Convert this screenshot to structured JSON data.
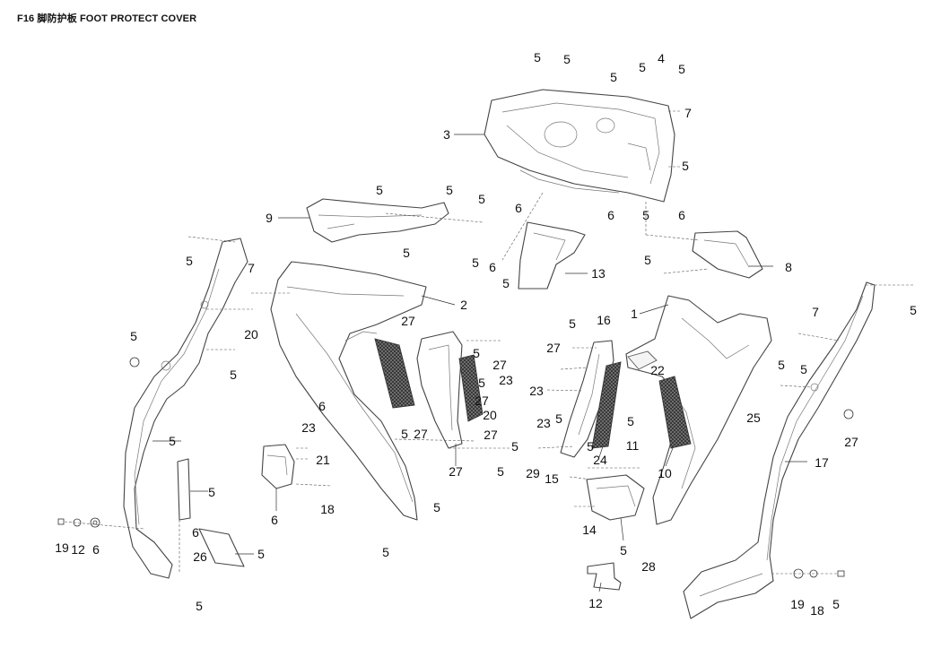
{
  "header": {
    "code": "F16",
    "cjk_title": "脚防护板",
    "en_title": "FOOT PROTECT COVER"
  },
  "diagram": {
    "callouts": [
      {
        "id": "c1",
        "text": "5"
      },
      {
        "id": "c2",
        "text": "5"
      },
      {
        "id": "c3",
        "text": "5"
      },
      {
        "id": "c4",
        "text": "5"
      },
      {
        "id": "c5",
        "text": "4"
      },
      {
        "id": "c6",
        "text": "5"
      },
      {
        "id": "c7",
        "text": "7"
      },
      {
        "id": "c8",
        "text": "3"
      },
      {
        "id": "c9",
        "text": "5"
      },
      {
        "id": "c10",
        "text": "5"
      },
      {
        "id": "c11",
        "text": "5"
      },
      {
        "id": "c12",
        "text": "5"
      },
      {
        "id": "c13",
        "text": "9"
      },
      {
        "id": "c14",
        "text": "6"
      },
      {
        "id": "c15",
        "text": "6"
      },
      {
        "id": "c16",
        "text": "6"
      },
      {
        "id": "c17",
        "text": "5"
      },
      {
        "id": "c18",
        "text": "5"
      },
      {
        "id": "c19",
        "text": "5"
      },
      {
        "id": "c20",
        "text": "6"
      },
      {
        "id": "c21",
        "text": "5"
      },
      {
        "id": "c22",
        "text": "5"
      },
      {
        "id": "c23",
        "text": "8"
      },
      {
        "id": "c24",
        "text": "13"
      },
      {
        "id": "c25",
        "text": "7"
      },
      {
        "id": "c26",
        "text": "2"
      },
      {
        "id": "c27",
        "text": "5"
      },
      {
        "id": "c28",
        "text": "1"
      },
      {
        "id": "c29",
        "text": "5"
      },
      {
        "id": "c30",
        "text": "27"
      },
      {
        "id": "c31",
        "text": "20"
      },
      {
        "id": "c32",
        "text": "5"
      },
      {
        "id": "c33",
        "text": "16"
      },
      {
        "id": "c34",
        "text": "7"
      },
      {
        "id": "c35",
        "text": "5"
      },
      {
        "id": "c36",
        "text": "27"
      },
      {
        "id": "c37",
        "text": "5"
      },
      {
        "id": "c38",
        "text": "27"
      },
      {
        "id": "c39",
        "text": "5"
      },
      {
        "id": "c40",
        "text": "5"
      },
      {
        "id": "c41",
        "text": "5"
      },
      {
        "id": "c42",
        "text": "23"
      },
      {
        "id": "c43",
        "text": "5"
      },
      {
        "id": "c44",
        "text": "22"
      },
      {
        "id": "c45",
        "text": "23"
      },
      {
        "id": "c46",
        "text": "27"
      },
      {
        "id": "c47",
        "text": "6"
      },
      {
        "id": "c48",
        "text": "20"
      },
      {
        "id": "c49",
        "text": "5"
      },
      {
        "id": "c50",
        "text": "25"
      },
      {
        "id": "c51",
        "text": "27"
      },
      {
        "id": "c52",
        "text": "23"
      },
      {
        "id": "c53",
        "text": "5"
      },
      {
        "id": "c54",
        "text": "27"
      },
      {
        "id": "c55",
        "text": "23"
      },
      {
        "id": "c56",
        "text": "5"
      },
      {
        "id": "c57",
        "text": "27"
      },
      {
        "id": "c58",
        "text": "11"
      },
      {
        "id": "c59",
        "text": "5"
      },
      {
        "id": "c60",
        "text": "5"
      },
      {
        "id": "c61",
        "text": "5"
      },
      {
        "id": "c62",
        "text": "21"
      },
      {
        "id": "c63",
        "text": "24"
      },
      {
        "id": "c64",
        "text": "10"
      },
      {
        "id": "c65",
        "text": "17"
      },
      {
        "id": "c66",
        "text": "27"
      },
      {
        "id": "c67",
        "text": "5"
      },
      {
        "id": "c68",
        "text": "29"
      },
      {
        "id": "c69",
        "text": "5"
      },
      {
        "id": "c70",
        "text": "15"
      },
      {
        "id": "c71",
        "text": "6"
      },
      {
        "id": "c72",
        "text": "5"
      },
      {
        "id": "c73",
        "text": "18"
      },
      {
        "id": "c74",
        "text": "19"
      },
      {
        "id": "c75",
        "text": "12"
      },
      {
        "id": "c76",
        "text": "6"
      },
      {
        "id": "c77",
        "text": "6"
      },
      {
        "id": "c78",
        "text": "26"
      },
      {
        "id": "c79",
        "text": "5"
      },
      {
        "id": "c80",
        "text": "14"
      },
      {
        "id": "c81",
        "text": "5"
      },
      {
        "id": "c82",
        "text": "5"
      },
      {
        "id": "c83",
        "text": "28"
      },
      {
        "id": "c84",
        "text": "12"
      },
      {
        "id": "c85",
        "text": "19"
      },
      {
        "id": "c86",
        "text": "18"
      },
      {
        "id": "c87",
        "text": "5"
      },
      {
        "id": "c88",
        "text": "5"
      }
    ]
  }
}
